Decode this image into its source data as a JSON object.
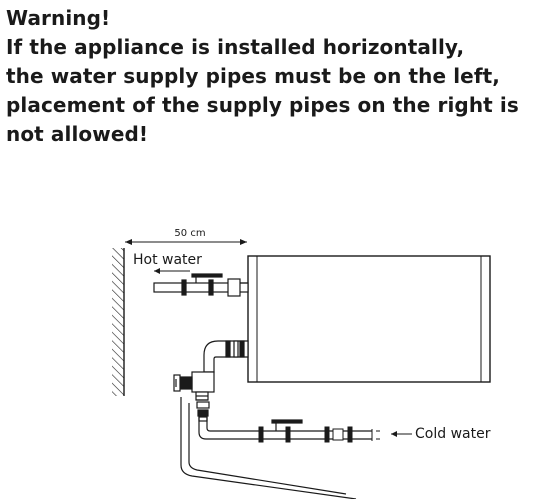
{
  "warning": {
    "title": "Warning!",
    "lines": [
      "If the appliance is installed horizontally,",
      "the water supply pipes must be on the left,",
      "placement of the supply pipes on the right is",
      "not allowed!"
    ]
  },
  "diagram": {
    "distance_label": "50 cm",
    "hot_water_label": "Hot water",
    "cold_water_label": "Cold water"
  }
}
